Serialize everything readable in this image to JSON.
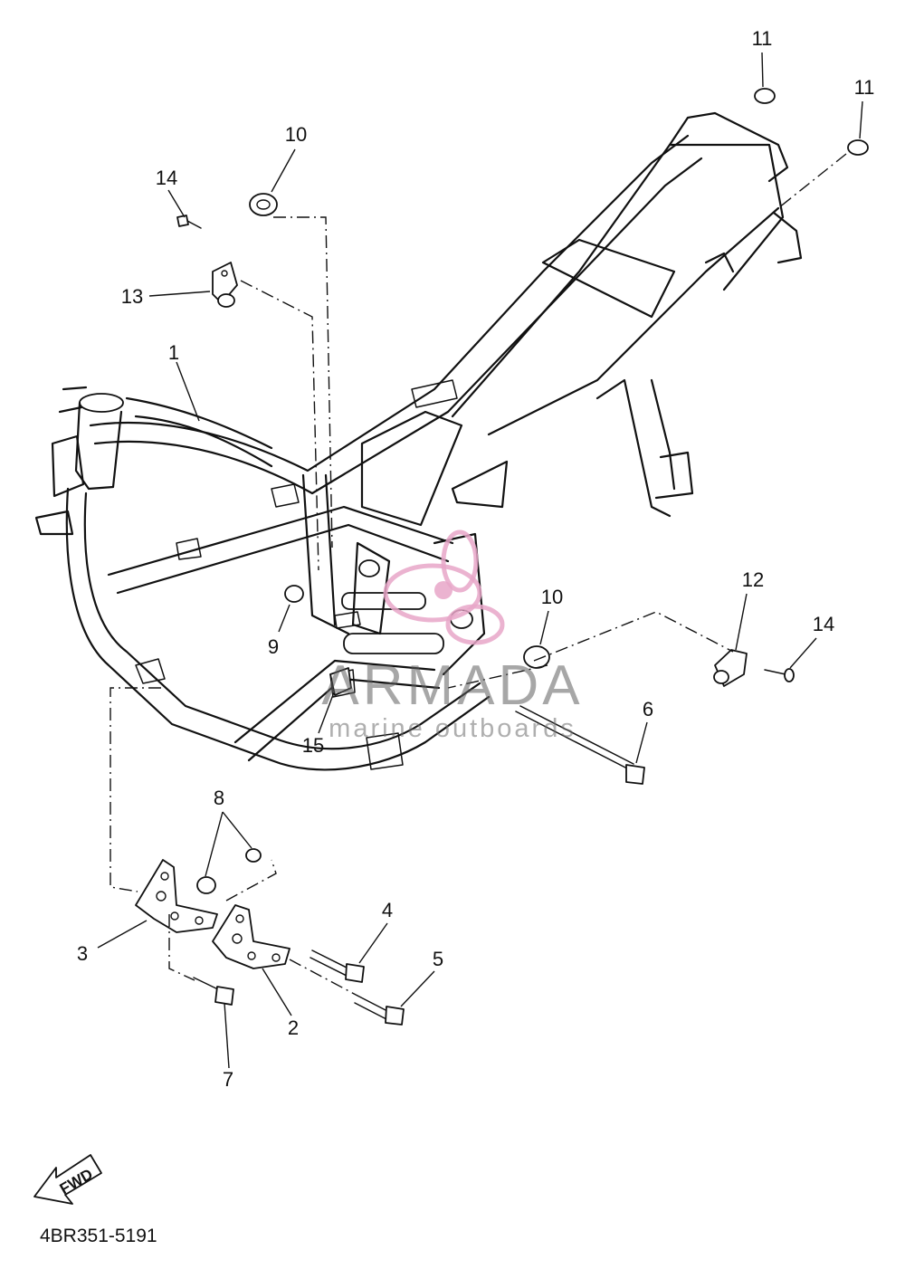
{
  "diagram": {
    "drawing_code": "4BR351-5191",
    "fwd_label": "FWD",
    "watermark": {
      "brand": "ARMADA",
      "tagline": "marine outboards",
      "logo_color": "#e8a6c8"
    },
    "callouts": [
      {
        "id": "c1",
        "label": "1"
      },
      {
        "id": "c2",
        "label": "2"
      },
      {
        "id": "c3",
        "label": "3"
      },
      {
        "id": "c4",
        "label": "4"
      },
      {
        "id": "c5",
        "label": "5"
      },
      {
        "id": "c6",
        "label": "6"
      },
      {
        "id": "c7",
        "label": "7"
      },
      {
        "id": "c8",
        "label": "8"
      },
      {
        "id": "c9",
        "label": "9"
      },
      {
        "id": "c10a",
        "label": "10"
      },
      {
        "id": "c10b",
        "label": "10"
      },
      {
        "id": "c11a",
        "label": "11"
      },
      {
        "id": "c11b",
        "label": "11"
      },
      {
        "id": "c12",
        "label": "12"
      },
      {
        "id": "c13",
        "label": "13"
      },
      {
        "id": "c14a",
        "label": "14"
      },
      {
        "id": "c14b",
        "label": "14"
      },
      {
        "id": "c15",
        "label": "15"
      }
    ]
  }
}
